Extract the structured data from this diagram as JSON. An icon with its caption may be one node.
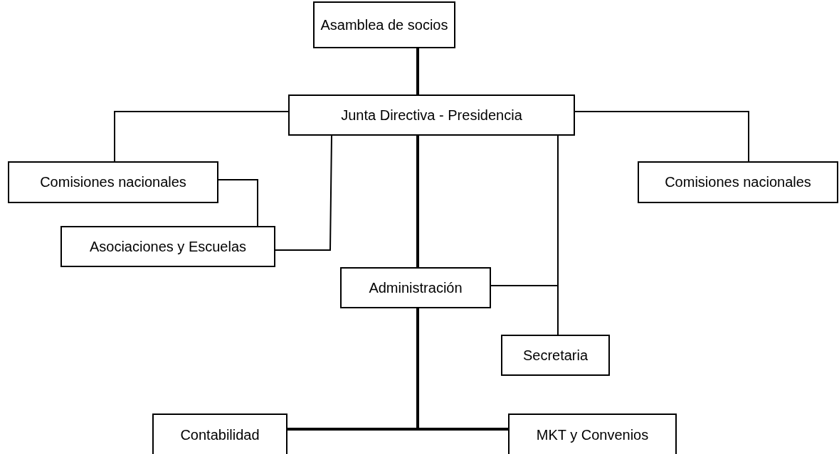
{
  "diagram": {
    "nodes": [
      {
        "text": [
          "Asamblea de socios"
        ]
      },
      {
        "text": [
          "Junta Directiva - Presidencia"
        ]
      },
      {
        "text": [
          "Comisiones nacionales"
        ]
      },
      {
        "text": [
          "Asociaciones y Escuelas"
        ]
      },
      {
        "text": [
          "Administración"
        ]
      },
      {
        "text": [
          "Comisiones nacionales"
        ]
      },
      {
        "text": [
          "Secretaria"
        ]
      },
      {
        "text": [
          "Contabilidad"
        ]
      },
      {
        "text": [
          "MKT y Convenios"
        ]
      }
    ],
    "edges": [
      {
        "from": 0,
        "to": 1,
        "arrow": "none",
        "style": "thick"
      },
      {
        "from": 1,
        "to": 2,
        "arrow": "none"
      },
      {
        "from": 1,
        "to": 3,
        "arrow": "none"
      },
      {
        "from": 2,
        "to": 3,
        "arrow": "none"
      },
      {
        "from": 1,
        "to": 4,
        "arrow": "none",
        "style": "thick"
      },
      {
        "from": 1,
        "to": 5,
        "arrow": "none"
      },
      {
        "from": 1,
        "to": 6,
        "arrow": "none"
      },
      {
        "from": 4,
        "to": 6,
        "arrow": "none"
      },
      {
        "from": 4,
        "to": 7,
        "arrow": "none",
        "style": "thick"
      },
      {
        "from": 4,
        "to": 8,
        "arrow": "none",
        "style": "thick"
      }
    ]
  }
}
